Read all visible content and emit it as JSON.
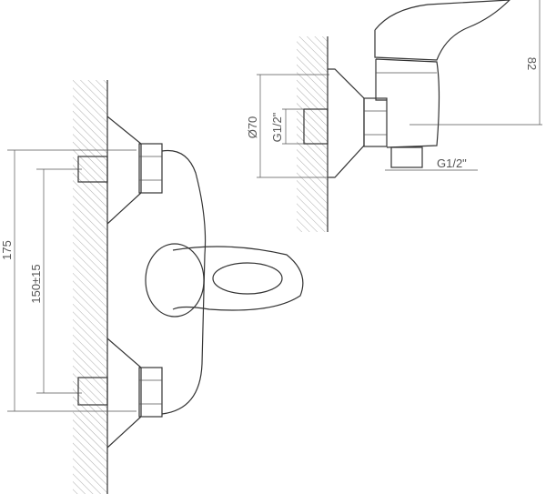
{
  "drawing": {
    "front_view": {
      "dim_overall_height": "175",
      "dim_inlet_spacing": "150±15"
    },
    "side_view": {
      "dim_escutcheon_diameter": "Ø70",
      "dim_inlet_thread": "G1/2\"",
      "dim_outlet_thread": "G1/2\"",
      "dim_height": "82"
    }
  }
}
